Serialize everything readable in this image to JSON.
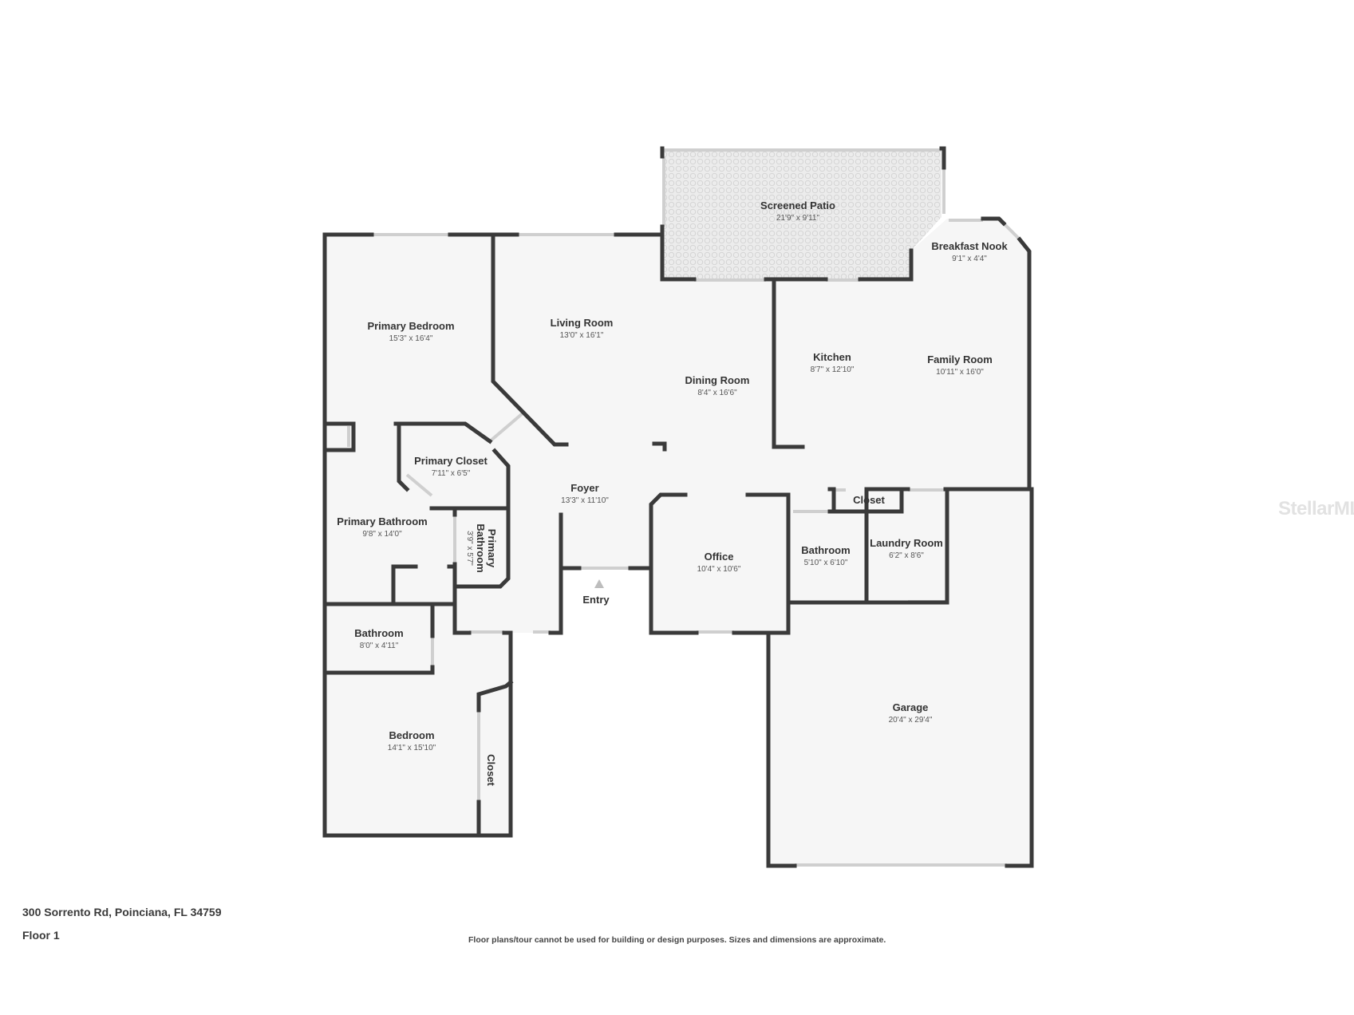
{
  "rooms": {
    "screened_patio": {
      "name": "Screened Patio",
      "dims": "21'9\" x 9'11\""
    },
    "breakfast_nook": {
      "name": "Breakfast Nook",
      "dims": "9'1\" x 4'4\""
    },
    "primary_bedroom": {
      "name": "Primary Bedroom",
      "dims": "15'3\" x 16'4\""
    },
    "living_room": {
      "name": "Living Room",
      "dims": "13'0\" x 16'1\""
    },
    "dining_room": {
      "name": "Dining Room",
      "dims": "8'4\" x 16'6\""
    },
    "kitchen": {
      "name": "Kitchen",
      "dims": "8'7\" x 12'10\""
    },
    "family_room": {
      "name": "Family Room",
      "dims": "10'11\" x 16'0\""
    },
    "primary_closet": {
      "name": "Primary Closet",
      "dims": "7'11\" x 6'5\""
    },
    "foyer": {
      "name": "Foyer",
      "dims": "13'3\" x 11'10\""
    },
    "closet_laundry": {
      "name": "Closet"
    },
    "primary_bathroom": {
      "name": "Primary Bathroom",
      "dims": "9'8\" x 14'0\""
    },
    "primary_bathroom_small": {
      "name_line1": "Primary",
      "name_line2": "Bathroom",
      "dims": "3'9\" x 5'7\""
    },
    "office": {
      "name": "Office",
      "dims": "10'4\" x 10'6\""
    },
    "bathroom_hall": {
      "name": "Bathroom",
      "dims": "5'10\" x 6'10\""
    },
    "laundry_room": {
      "name": "Laundry Room",
      "dims": "6'2\" x 8'6\""
    },
    "entry": {
      "name": "Entry"
    },
    "bathroom": {
      "name": "Bathroom",
      "dims": "8'0\" x 4'11\""
    },
    "garage": {
      "name": "Garage",
      "dims": "20'4\" x 29'4\""
    },
    "bedroom": {
      "name": "Bedroom",
      "dims": "14'1\" x 15'10\""
    },
    "closet_bedroom": {
      "name": "Closet"
    }
  },
  "footer": {
    "address": "300 Sorrento Rd, Poinciana, FL 34759",
    "floor": "Floor 1",
    "disclaimer": "Floor plans/tour cannot be used for building or design purposes. Sizes and dimensions are approximate."
  },
  "watermark": "StellarMLS",
  "colors": {
    "wall": "#3a3a3a",
    "floor": "#f6f6f6",
    "patio": "#ebebeb",
    "window": "#cfcfcf"
  }
}
